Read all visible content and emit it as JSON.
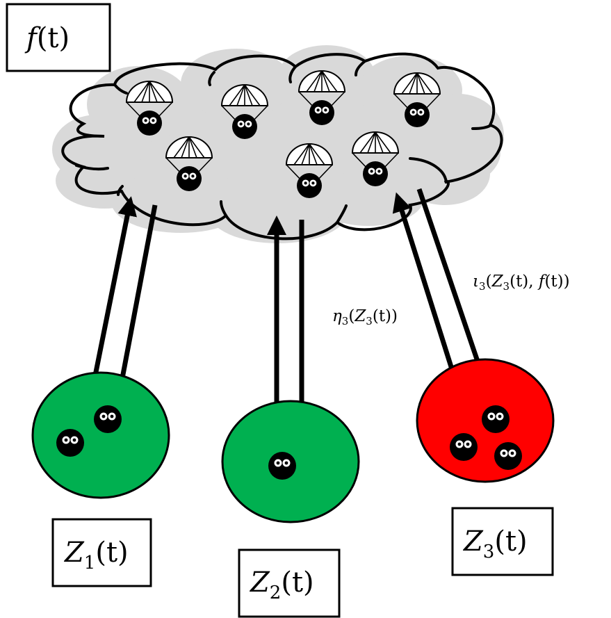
{
  "labels": {
    "forcing": {
      "base": "f",
      "arg": "(t)"
    },
    "z1": {
      "base": "Z",
      "sub": "1",
      "arg": "(t)"
    },
    "z2": {
      "base": "Z",
      "sub": "2",
      "arg": "(t)"
    },
    "z3": {
      "base": "Z",
      "sub": "3",
      "arg": "(t)"
    },
    "eta": {
      "base": "η",
      "sub": "3",
      "z": "Z",
      "zsub": "3",
      "arg": "(t)"
    },
    "iota": {
      "base": "ι",
      "sub": "3",
      "z": "Z",
      "zsub": "3",
      "arg": "(t)",
      "sep": ", ",
      "f": "f",
      "farg": "(t)"
    }
  },
  "colors": {
    "pile_green": "#00b050",
    "pile_red": "#ff0000",
    "cloud": "#d9d9d9",
    "ink": "#000000"
  },
  "icons": {
    "parachutist": "parachutist-icon",
    "individual": "individual-face-icon"
  },
  "counts": {
    "parachutists": 7,
    "z1_individuals": 2,
    "z2_individuals": 1,
    "z3_individuals": 3
  }
}
